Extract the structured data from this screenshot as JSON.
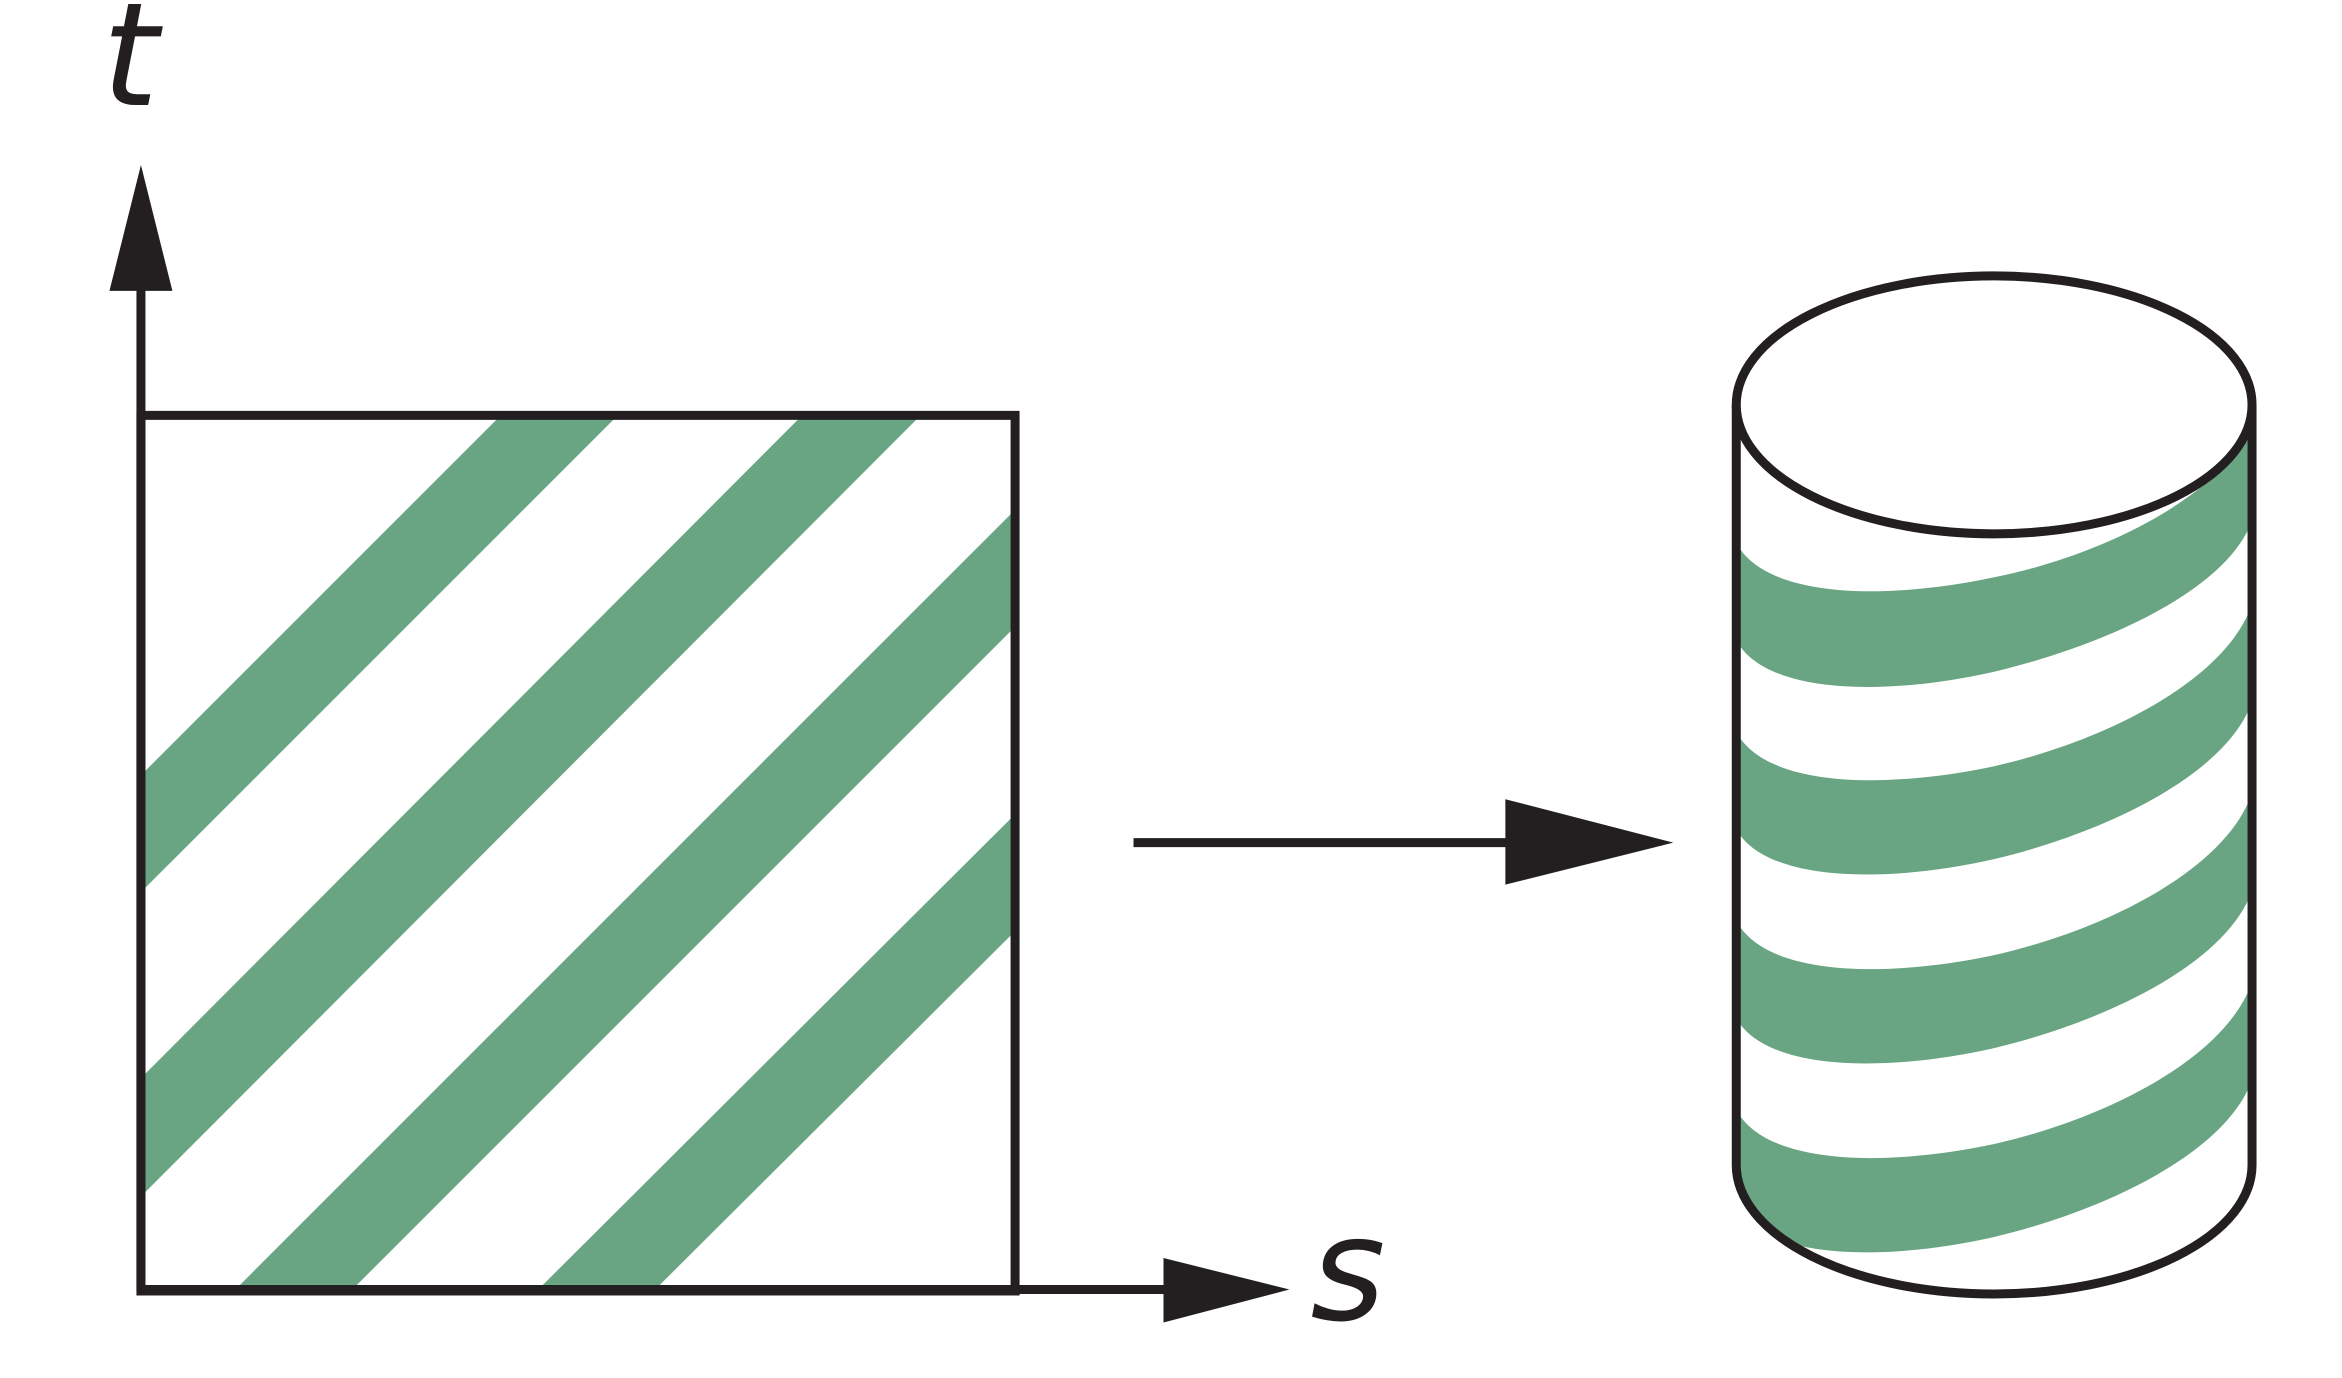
{
  "axes": {
    "vertical_label": "t",
    "horizontal_label": "s"
  },
  "colors": {
    "stripe": "#6aa583",
    "ink": "#231f20",
    "background": "#ffffff"
  },
  "square": {
    "stripe_count": 4
  },
  "cylinder": {
    "band_count": 4
  }
}
